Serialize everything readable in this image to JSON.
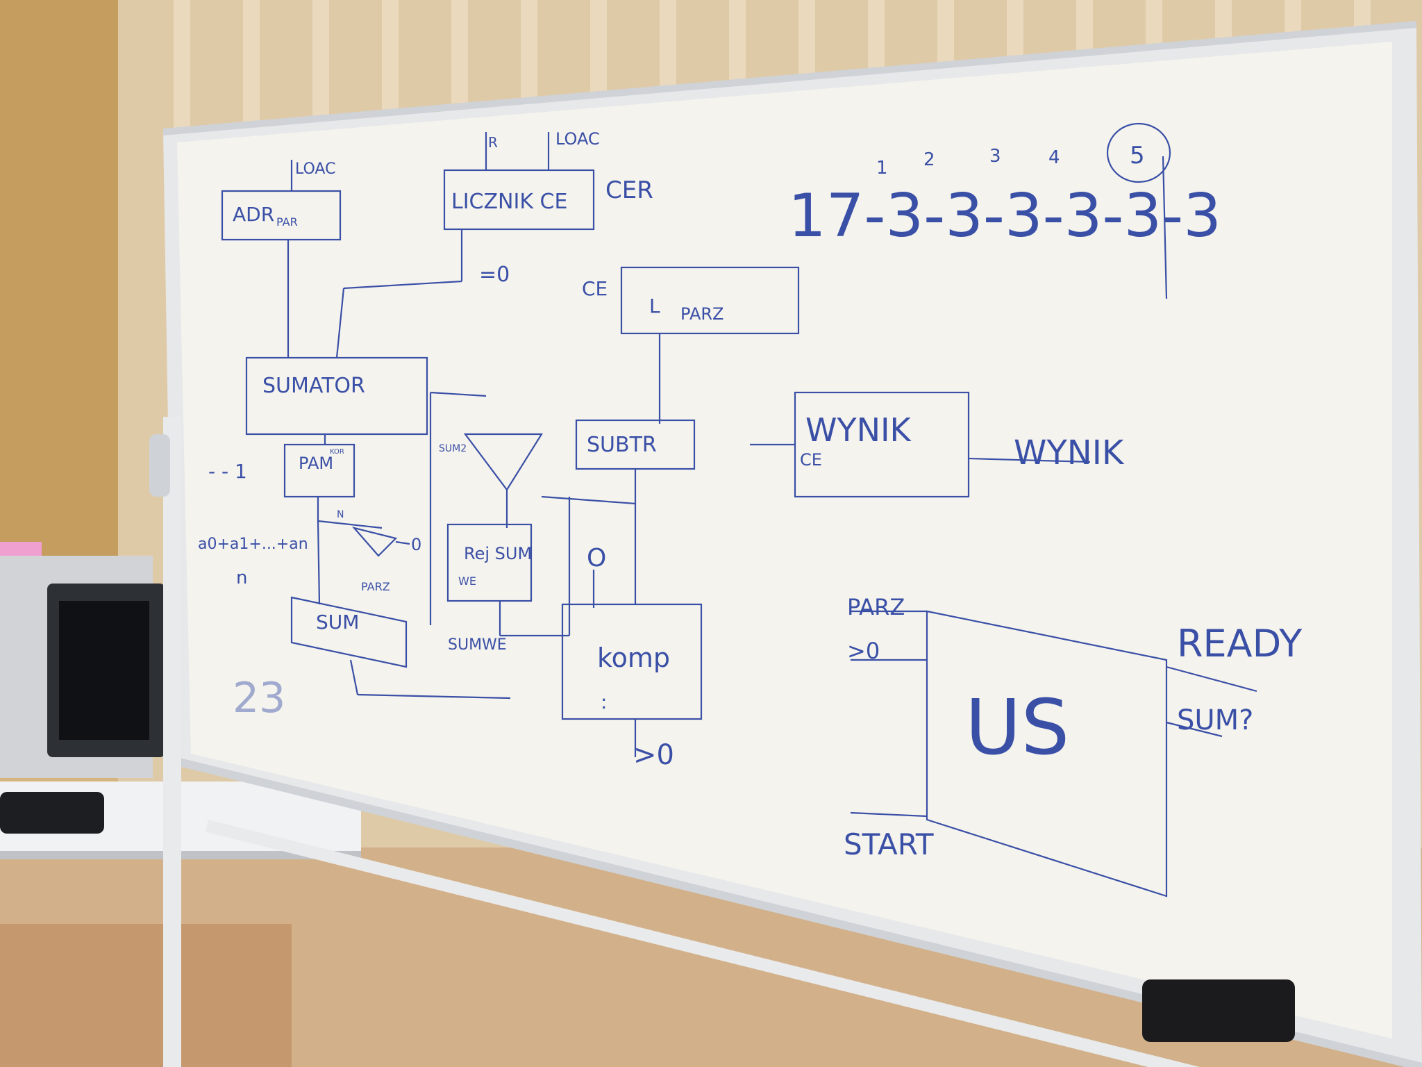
{
  "colors": {
    "marker": "#3a4fa6",
    "board": "#f4f3ee",
    "frame": "#d9dbdd",
    "wall": "#d8b67e",
    "blinds": "#e2d0b1"
  },
  "whiteboard": {
    "adr": "ADR",
    "adr_sub": "PAR",
    "load_1": "LOAC",
    "r_label": "R",
    "load_2": "LOAC",
    "licznik": "LICZNIK CE",
    "cer": "CER",
    "eq_zero": "=0",
    "ce_1": "CE",
    "l_mark": "L",
    "parz": "PARZ",
    "sumator": "SUMATOR",
    "pam": "PAM",
    "pam_sup": "KOR",
    "dash_one": "- - 1",
    "formula_top": "a0+a1+...+an",
    "formula_bottom": "n",
    "n_label": "N",
    "zero_1": "0",
    "par_label": "PARZ",
    "sum": "SUM",
    "number_23": "23",
    "sum2": "SUM2",
    "rej_sum": "Rej SUM",
    "we": "WE",
    "sumwe": "SUMWE",
    "subtr": "SUBTR",
    "zero_2": "O",
    "komp": "komp",
    "komp_colon": ":",
    "gt_zero": ">0",
    "top_numbers": [
      "1",
      "2",
      "3",
      "4",
      "5"
    ],
    "sequence": "17-3-3-3-3-3-3",
    "wynik_box": "WYNIK",
    "ce_2": "CE",
    "wynik_out": "WYNIK",
    "parz_in": "PARZ",
    "gt0_in": ">0",
    "us": "US",
    "ready": "READY",
    "sum_q": "SUM?",
    "start": "START"
  }
}
